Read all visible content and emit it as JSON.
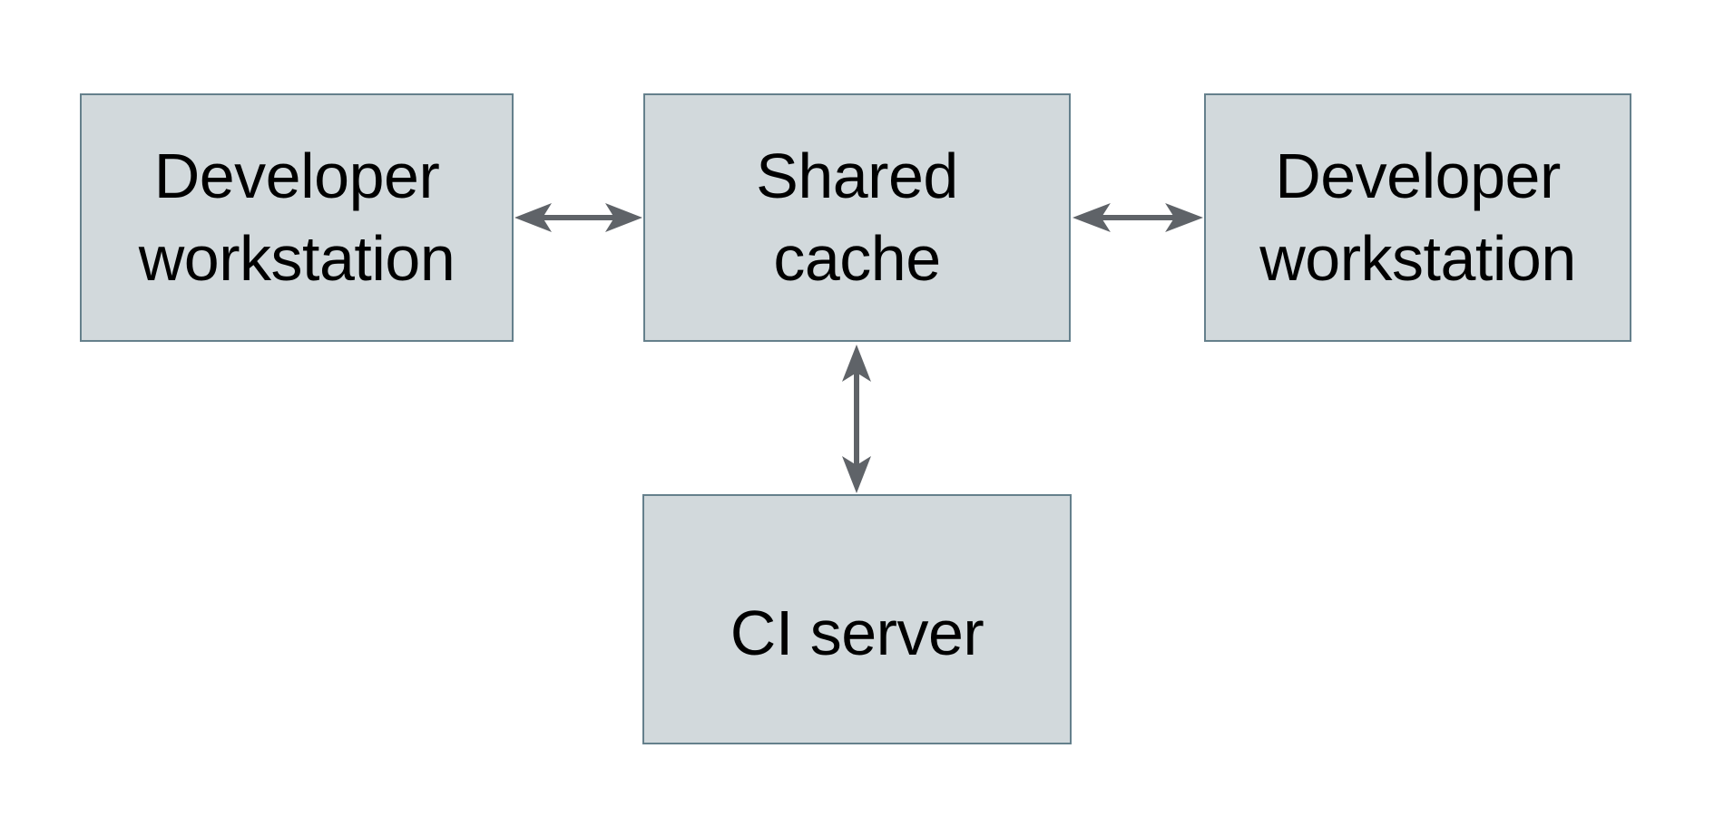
{
  "diagram": {
    "background_color": "#ffffff",
    "node_fill_color": "#d2d9dc",
    "node_border_color": "#65808c",
    "arrow_color": "#5f6368",
    "text_color": "#000000",
    "nodes": [
      {
        "id": "developer-workstation-left",
        "label": "Developer\nworkstation"
      },
      {
        "id": "shared-cache",
        "label": "Shared\ncache"
      },
      {
        "id": "developer-workstation-right",
        "label": "Developer\nworkstation"
      },
      {
        "id": "ci-server",
        "label": "CI server"
      }
    ],
    "edges": [
      {
        "from": "developer-workstation-left",
        "to": "shared-cache",
        "direction": "bidirectional",
        "orientation": "horizontal"
      },
      {
        "from": "shared-cache",
        "to": "developer-workstation-right",
        "direction": "bidirectional",
        "orientation": "horizontal"
      },
      {
        "from": "shared-cache",
        "to": "ci-server",
        "direction": "bidirectional",
        "orientation": "vertical"
      }
    ]
  }
}
